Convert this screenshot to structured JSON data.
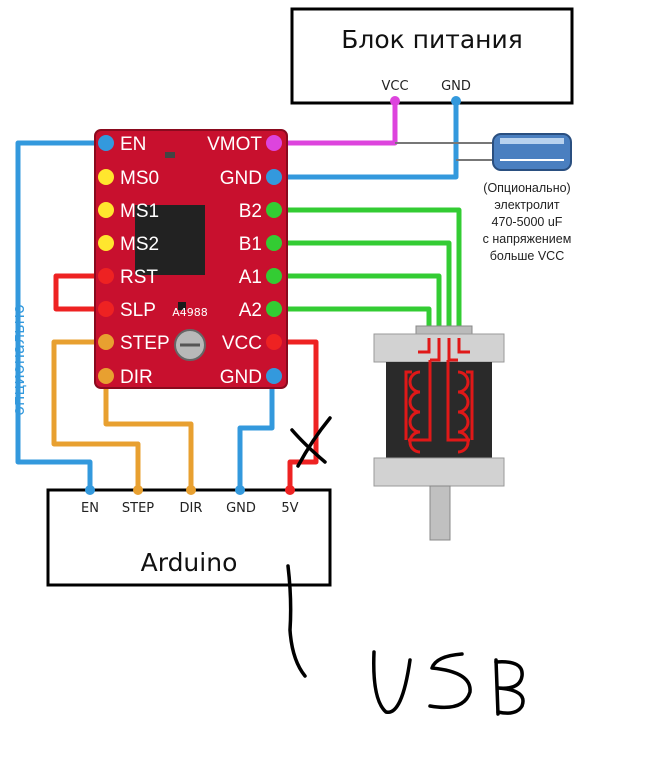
{
  "power_supply": {
    "title": "Блок питания",
    "pins": [
      "VCC",
      "GND"
    ]
  },
  "driver": {
    "left_pins": [
      "EN",
      "MS0",
      "MS1",
      "MS2",
      "RST",
      "SLP",
      "STEP",
      "DIR"
    ],
    "right_pins": [
      "VMOT",
      "GND",
      "B2",
      "B1",
      "A1",
      "A2",
      "VCC",
      "GND"
    ],
    "marking": "A4988"
  },
  "capacitor_note": [
    "(Опционально)",
    "электролит",
    "470-5000 uF",
    "с напряжением",
    "больше VCC"
  ],
  "optional_label": "опционально",
  "arduino": {
    "title": "Arduino",
    "pins": [
      "EN",
      "STEP",
      "DIR",
      "GND",
      "5V"
    ]
  },
  "handwriting": {
    "cross": "X",
    "usb": "USB"
  },
  "colors": {
    "blue": "#3399dd",
    "magenta": "#dd44dd",
    "green": "#33cc33",
    "red": "#ee2222",
    "orange": "#e8a030",
    "yellow": "#ffe62e",
    "board": "#c8102e"
  }
}
